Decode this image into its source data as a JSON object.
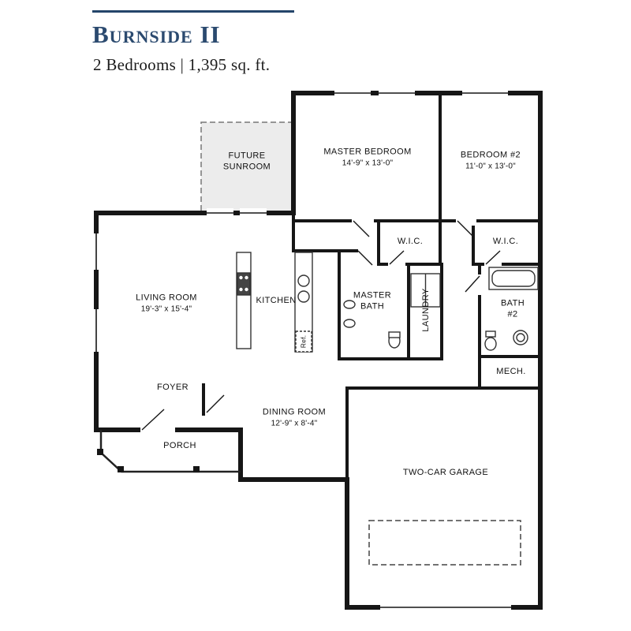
{
  "header": {
    "title": "Burnside II",
    "subtitle": "2 Bedrooms | 1,395 sq. ft."
  },
  "rooms": {
    "future_sunroom": {
      "line1": "FUTURE",
      "line2": "SUNROOM"
    },
    "master_bedroom": {
      "name": "MASTER BEDROOM",
      "dims": "14'-9\" x 13'-0\""
    },
    "bedroom2": {
      "name": "BEDROOM #2",
      "dims": "11'-0\" x 13'-0\""
    },
    "wic_master": {
      "name": "W.I.C."
    },
    "wic_bedroom2": {
      "name": "W.I.C."
    },
    "living_room": {
      "name": "LIVING ROOM",
      "dims": "19'-3\" x 15'-4\""
    },
    "kitchen": {
      "name": "KITCHEN"
    },
    "master_bath": {
      "line1": "MASTER",
      "line2": "BATH"
    },
    "laundry": {
      "name": "LAUNDRY"
    },
    "bath2": {
      "line1": "BATH",
      "line2": "#2"
    },
    "mech": {
      "name": "MECH."
    },
    "foyer": {
      "name": "FOYER"
    },
    "porch": {
      "name": "PORCH"
    },
    "dining_room": {
      "name": "DINING ROOM",
      "dims": "12'-9\" x 8'-4\""
    },
    "garage": {
      "name": "TWO-CAR GARAGE"
    },
    "fridge": {
      "name": "Ref."
    }
  },
  "colors": {
    "title_navy": "#2b4a6f",
    "wall_black": "#161616",
    "sunroom_fill": "#ececec"
  }
}
